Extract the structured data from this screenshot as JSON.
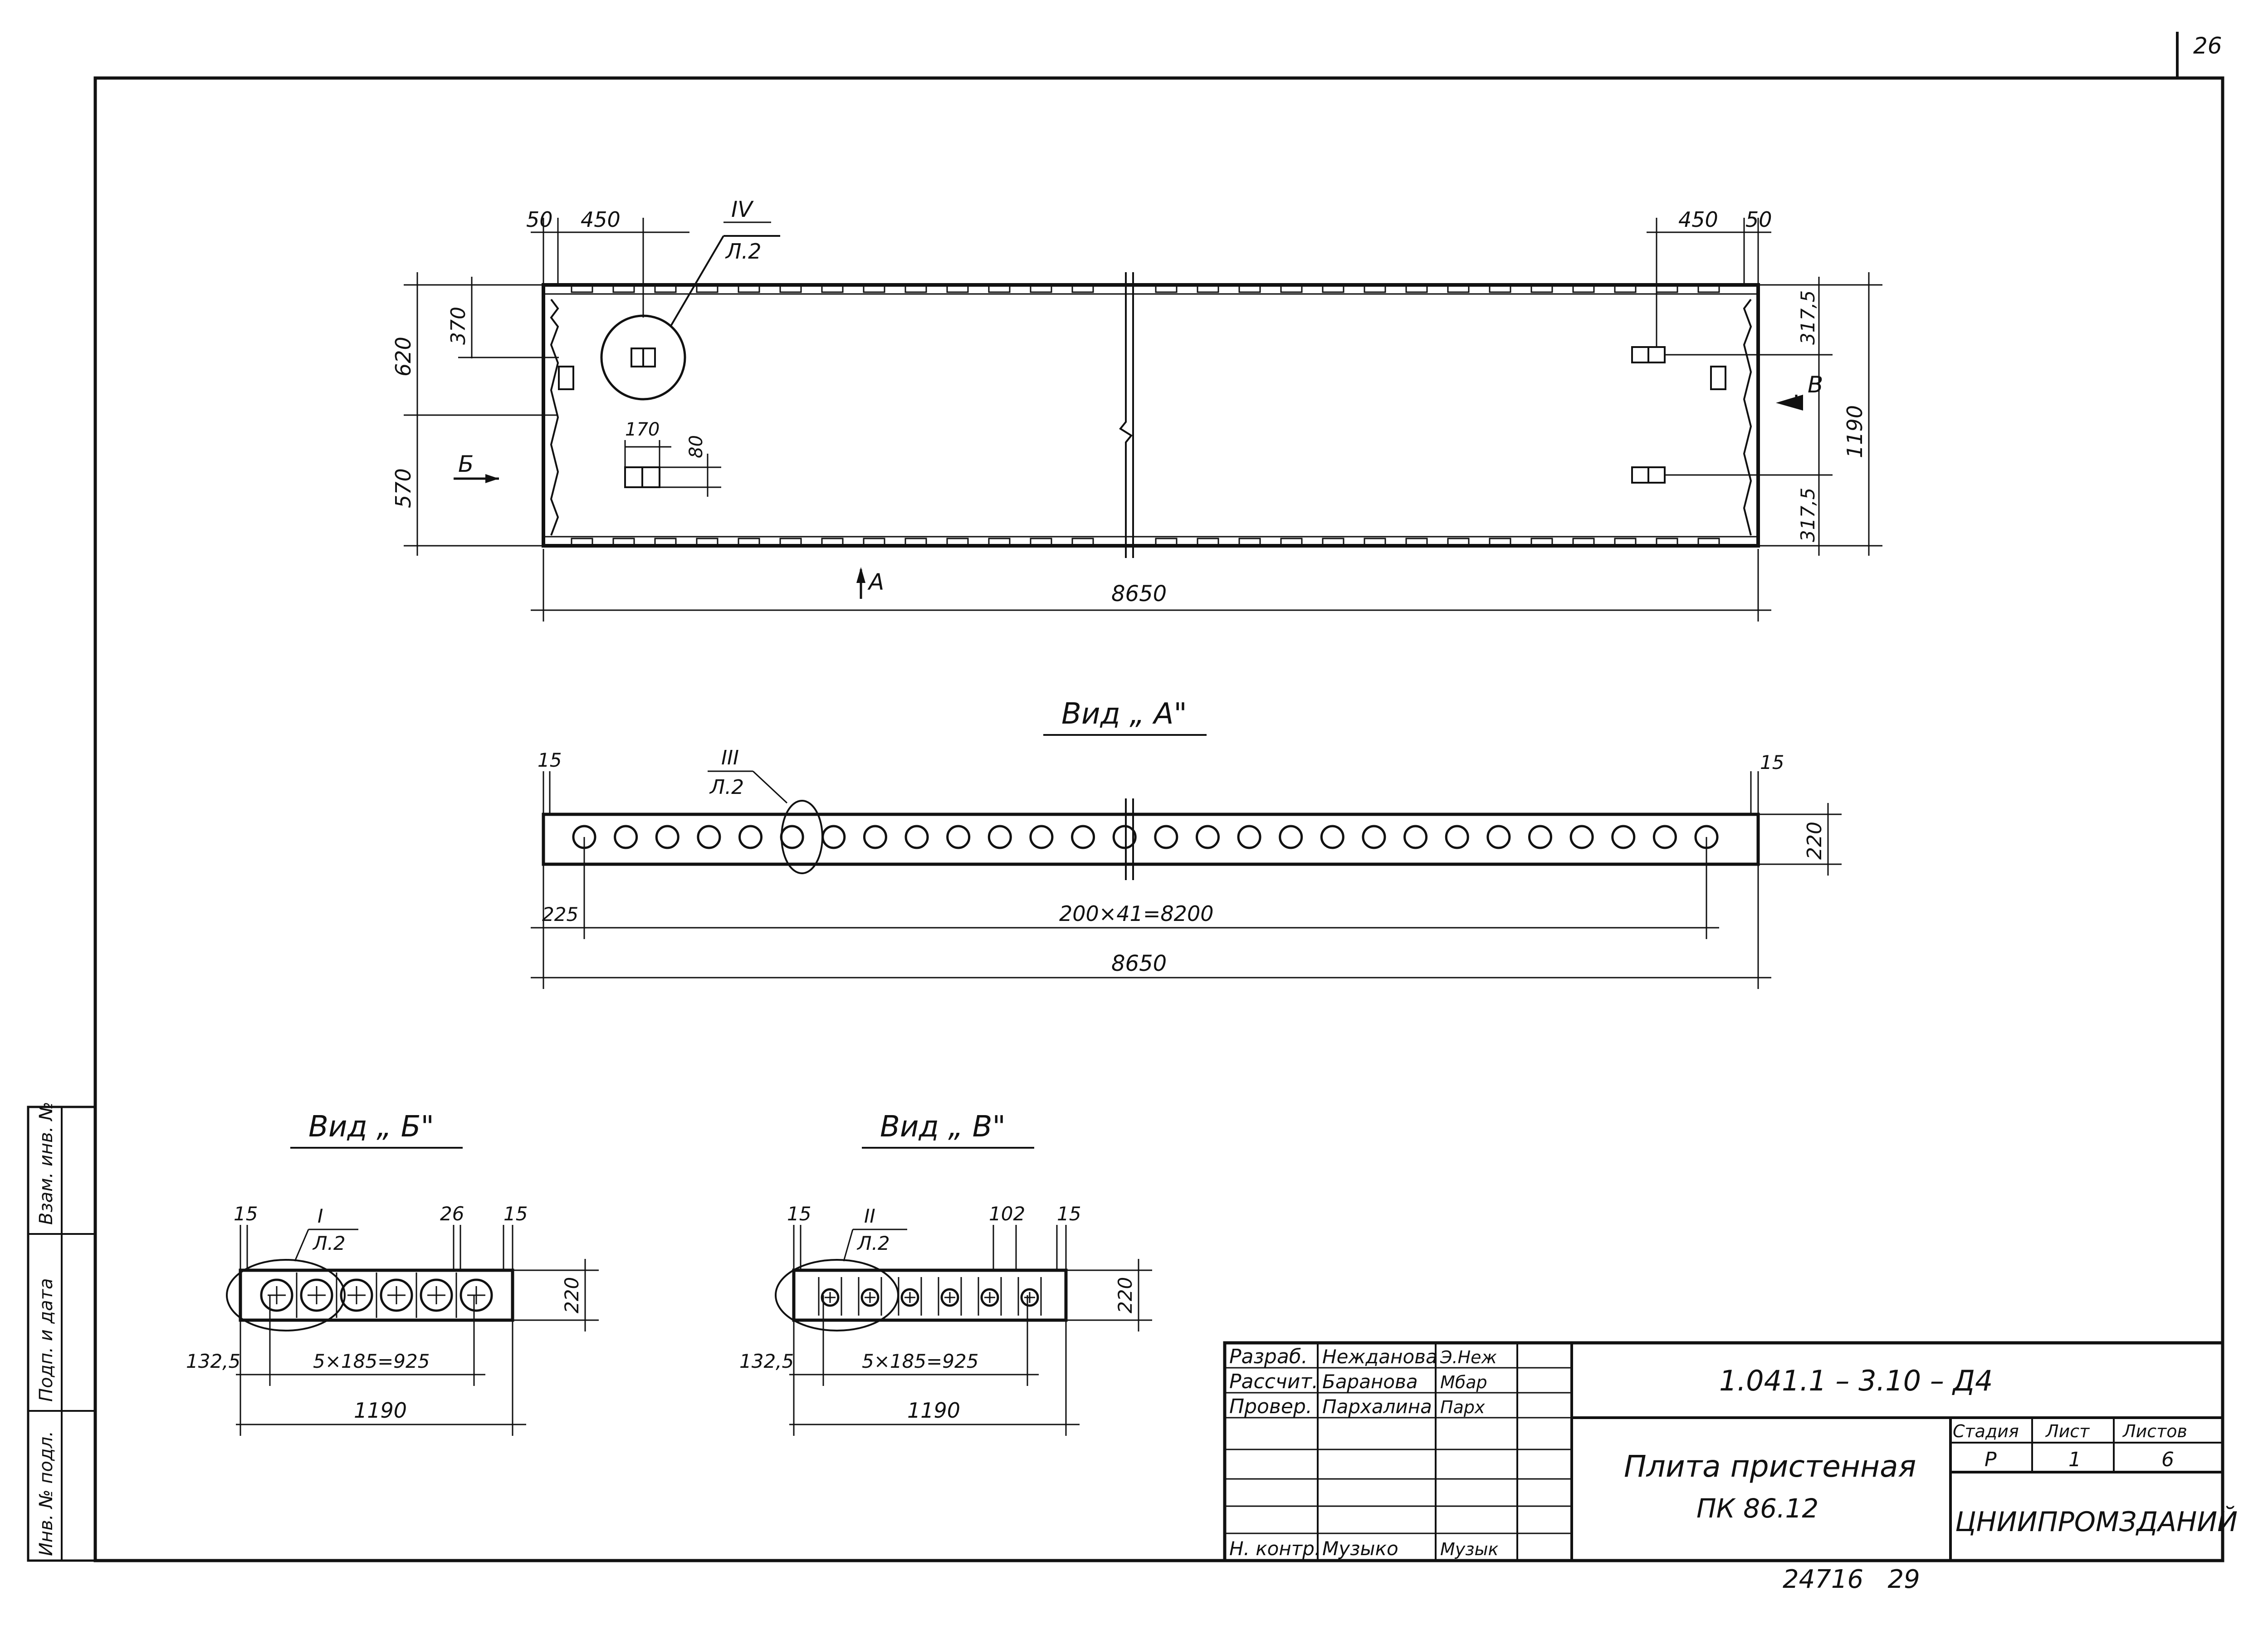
{
  "sheet_number": "26",
  "plan": {
    "dim_left_50": "50",
    "dim_left_450": "450",
    "dim_right_450": "450",
    "dim_right_50": "50",
    "callout_iv_num": "IV",
    "callout_iv_sheet": "Л.2",
    "dim_620": "620",
    "dim_370": "370",
    "dim_570": "570",
    "dim_170": "170",
    "dim_80": "80",
    "dim_317_top": "317,5",
    "dim_317_bot": "317,5",
    "dim_1190": "1190",
    "dim_8650": "8650",
    "arrow_b": "Б",
    "arrow_v": "В",
    "arrow_a": "А"
  },
  "view_a": {
    "title": "Вид „ А\"",
    "callout_num": "III",
    "callout_sheet": "Л.2",
    "dim_15_left": "15",
    "dim_15_right": "15",
    "dim_220": "220",
    "dim_225": "225",
    "dim_pitch": "200×41=8200",
    "dim_8650": "8650",
    "hole_count": 28
  },
  "view_b": {
    "title": "Вид „ Б\"",
    "callout_num": "I",
    "callout_sheet": "Л.2",
    "dim_15_left": "15",
    "dim_26": "26",
    "dim_15_right": "15",
    "dim_220": "220",
    "dim_1325": "132,5",
    "dim_pitch": "5×185=925",
    "dim_1190": "1190"
  },
  "view_v": {
    "title": "Вид „ В\"",
    "callout_num": "II",
    "callout_sheet": "Л.2",
    "dim_15_left": "15",
    "dim_102": "102",
    "dim_15_right": "15",
    "dim_220": "220",
    "dim_1325": "132,5",
    "dim_pitch": "5×185=925",
    "dim_1190": "1190"
  },
  "title_block": {
    "row1_role": "Разраб.",
    "row1_name": "Нежданова",
    "row1_sign": "Э.Неж",
    "row2_role": "Рассчит.",
    "row2_name": "Баранова",
    "row2_sign": "Мбар",
    "row3_role": "Провер.",
    "row3_name": "Пархалина",
    "row3_sign": "Парх",
    "row_nkontr_role": "Н. контр.",
    "row_nkontr_name": "Музыко",
    "row_nkontr_sign": "Музык",
    "doc_code": "1.041.1 – 3.10 – Д4",
    "title_line1": "Плита пристенная",
    "title_line2": "ПК 86.12",
    "stage_header": "Стадия",
    "sheet_header": "Лист",
    "sheets_header": "Листов",
    "stage_value": "Р",
    "sheet_value": "1",
    "sheets_value": "6",
    "org": "ЦНИИПРОМЗДАНИЙ"
  },
  "bottom_numbers": "24716   29",
  "left_stamp": {
    "cell1": "Взам. инв. №",
    "cell2": "Подп. и дата",
    "cell3": "Инв. № подл."
  }
}
